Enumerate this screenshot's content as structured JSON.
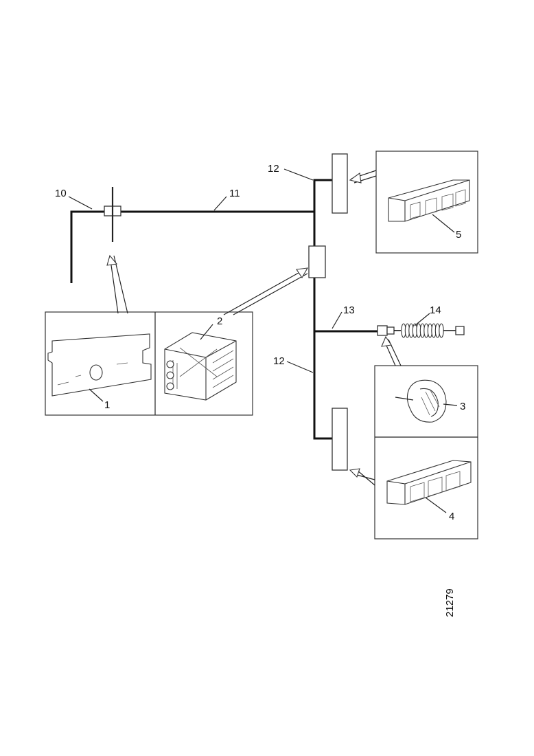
{
  "callouts": {
    "c10": "10",
    "c11": "11",
    "c12_top": "12",
    "c12_bottom": "12",
    "c13": "13",
    "c14": "14",
    "c1": "1",
    "c2": "2",
    "c3": "3",
    "c4": "4",
    "c5": "5"
  },
  "figure_number": "21279"
}
